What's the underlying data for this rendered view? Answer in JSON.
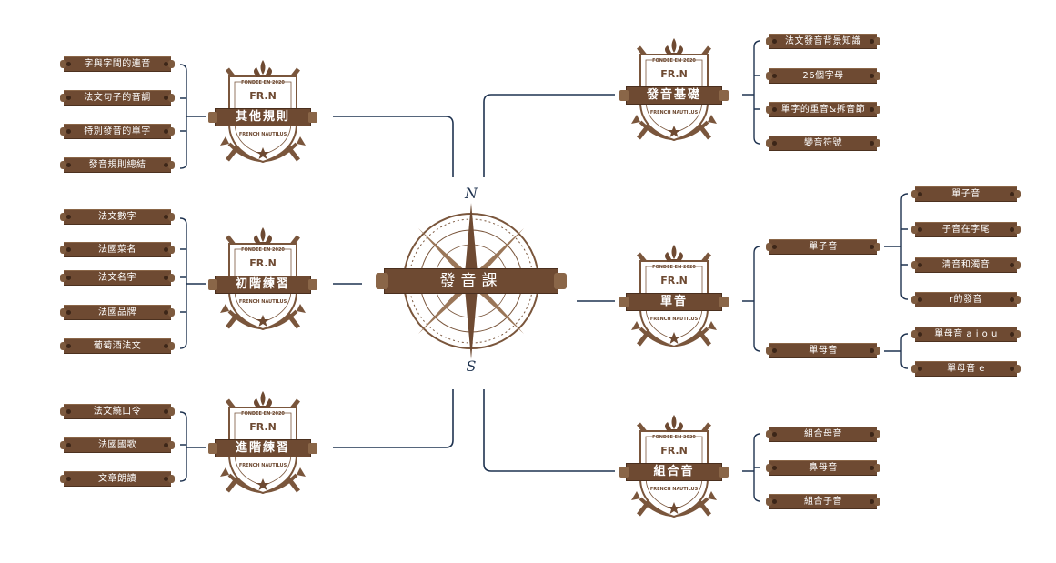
{
  "center": {
    "title": "發音課",
    "north": "N",
    "south": "S"
  },
  "badge_text": {
    "brand": "FR.N",
    "est": "FONDEE EN 2020",
    "sub": "FRENCH NAUTILUS"
  },
  "colors": {
    "leaf": "#6e4a32",
    "line": "#1f3350",
    "emblem": "#7a563c"
  },
  "branches": {
    "basics": {
      "title": "發音基礎",
      "items": [
        "法文發音背景知識",
        "26個字母",
        "單字的重音&拆音節",
        "變音符號"
      ]
    },
    "single": {
      "title": "單音",
      "consonants": {
        "label": "單子音",
        "items": [
          "單子音",
          "子音在字尾",
          "清音和濁音",
          "r的發音"
        ]
      },
      "vowels": {
        "label": "單母音",
        "items": [
          "單母音 a i o u",
          "單母音 e"
        ]
      }
    },
    "combined": {
      "title": "組合音",
      "items": [
        "組合母音",
        "鼻母音",
        "組合子音"
      ]
    },
    "other_rules": {
      "title": "其他規則",
      "items": [
        "字與字間的連音",
        "法文句子的音調",
        "特別發音的單字",
        "發音規則總結"
      ]
    },
    "beginner": {
      "title": "初階練習",
      "items": [
        "法文數字",
        "法國菜名",
        "法文名字",
        "法國品牌",
        "葡萄酒法文"
      ]
    },
    "advanced": {
      "title": "進階練習",
      "items": [
        "法文繞口令",
        "法國國歌",
        "文章朗讀"
      ]
    }
  }
}
